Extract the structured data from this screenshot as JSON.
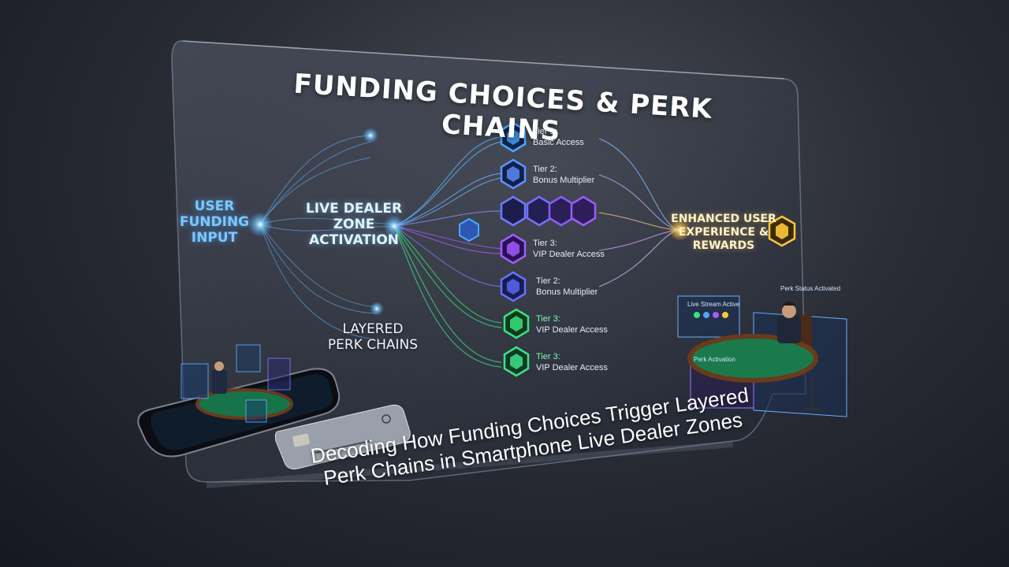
{
  "title": "Funding Choices & Perk Chains",
  "nodes": {
    "user_funding": [
      "User",
      "Funding",
      "Input"
    ],
    "live_dealer": [
      "Live Dealer",
      "Zone",
      "Activation"
    ],
    "layered": [
      "Layered",
      "Perk Chains"
    ],
    "enhanced": [
      "Enhanced User",
      "Experience &",
      "Rewards"
    ]
  },
  "tiers": [
    {
      "name": "Tier 1:",
      "desc": "Basic Access"
    },
    {
      "name": "Tier 2:",
      "desc": "Bonus Multiplier"
    },
    {
      "name": "Tier 3:",
      "desc": "VIP Dealer Access"
    },
    {
      "name": "Tier 2:",
      "desc": "Bonus Multiplier"
    },
    {
      "name": "Tier 3:",
      "desc": "VIP Dealer Access"
    },
    {
      "name": "Tier 3:",
      "desc": "VIP Dealer Access"
    }
  ],
  "screens": {
    "live_stream": "Live Stream Active",
    "perk_status": "Perk Status Activated",
    "perk_activation": "Perk Activation"
  },
  "subtitle": "Decoding How Funding Choices Trigger Layered Perk Chains in Smartphone Live Dealer Zones",
  "colors": {
    "blue": "#4aa8ff",
    "purple": "#a25cff",
    "green": "#39e27a",
    "gold": "#ffc83a"
  }
}
